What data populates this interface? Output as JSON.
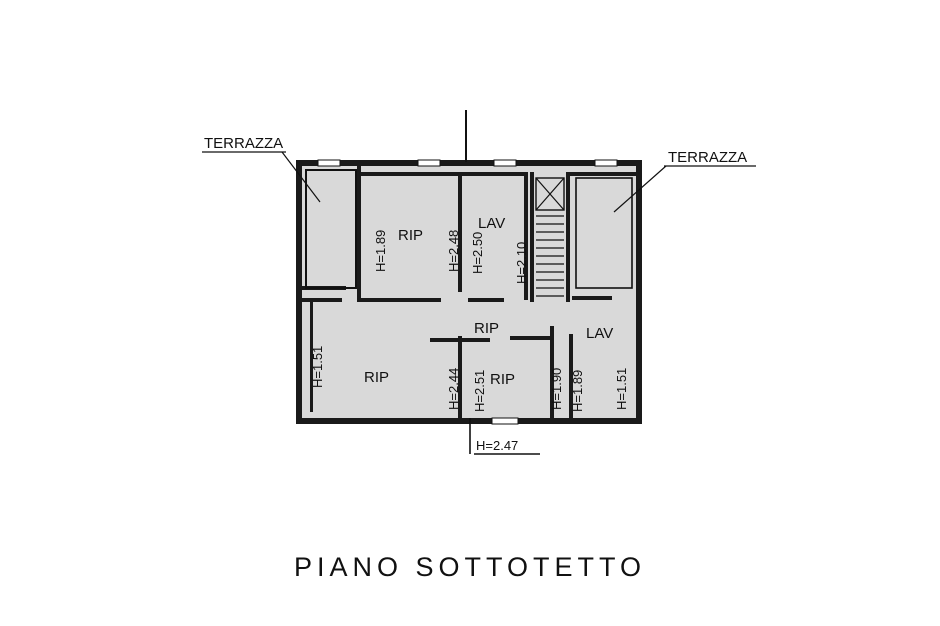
{
  "title": "PIANO SOTTOTETTO",
  "labels": {
    "terrazza_left": "TERRAZZA",
    "terrazza_right": "TERRAZZA",
    "rip_top": "RIP",
    "lav_top": "LAV",
    "rip_center": "RIP",
    "lav_right": "LAV",
    "rip_bottom_left": "RIP",
    "rip_bottom_mid": "RIP"
  },
  "heights": {
    "h_189_top": "H=1.89",
    "h_248": "H=2.48",
    "h_250": "H=2.50",
    "h_210": "H=2.10",
    "h_151_left": "H=1.51",
    "h_244": "H=2.44",
    "h_251": "H=2.51",
    "h_190": "H=1.90",
    "h_189_bottom": "H=1.89",
    "h_151_right": "H=1.51",
    "h_247": "H=2.47"
  },
  "colors": {
    "room_fill": "#d9d9d9",
    "wall": "#1a1a1a"
  }
}
